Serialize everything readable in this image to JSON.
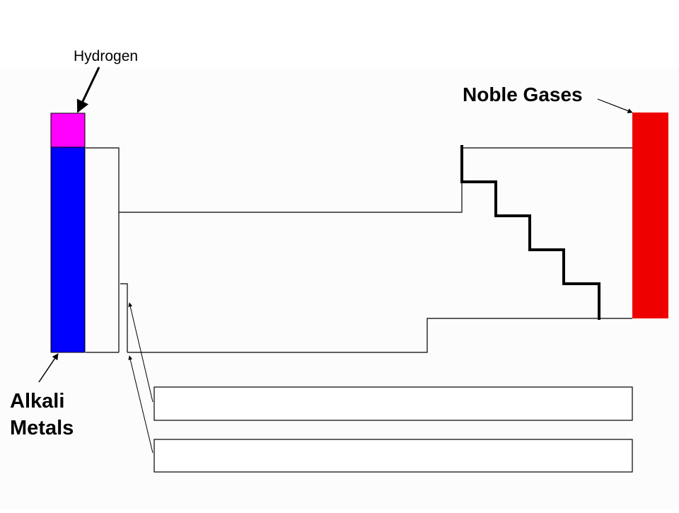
{
  "labels": {
    "hydrogen": "Hydrogen",
    "noble_gases": "Noble Gases",
    "alkali_line1": "Alkali",
    "alkali_line2": "Metals"
  },
  "colors": {
    "background": "#ffffff",
    "panel_tint": "#fcfcfc",
    "hydrogen": "#ff00ff",
    "alkali_metals": "#0000ff",
    "noble_gases": "#ee0000",
    "outline": "#000000"
  }
}
